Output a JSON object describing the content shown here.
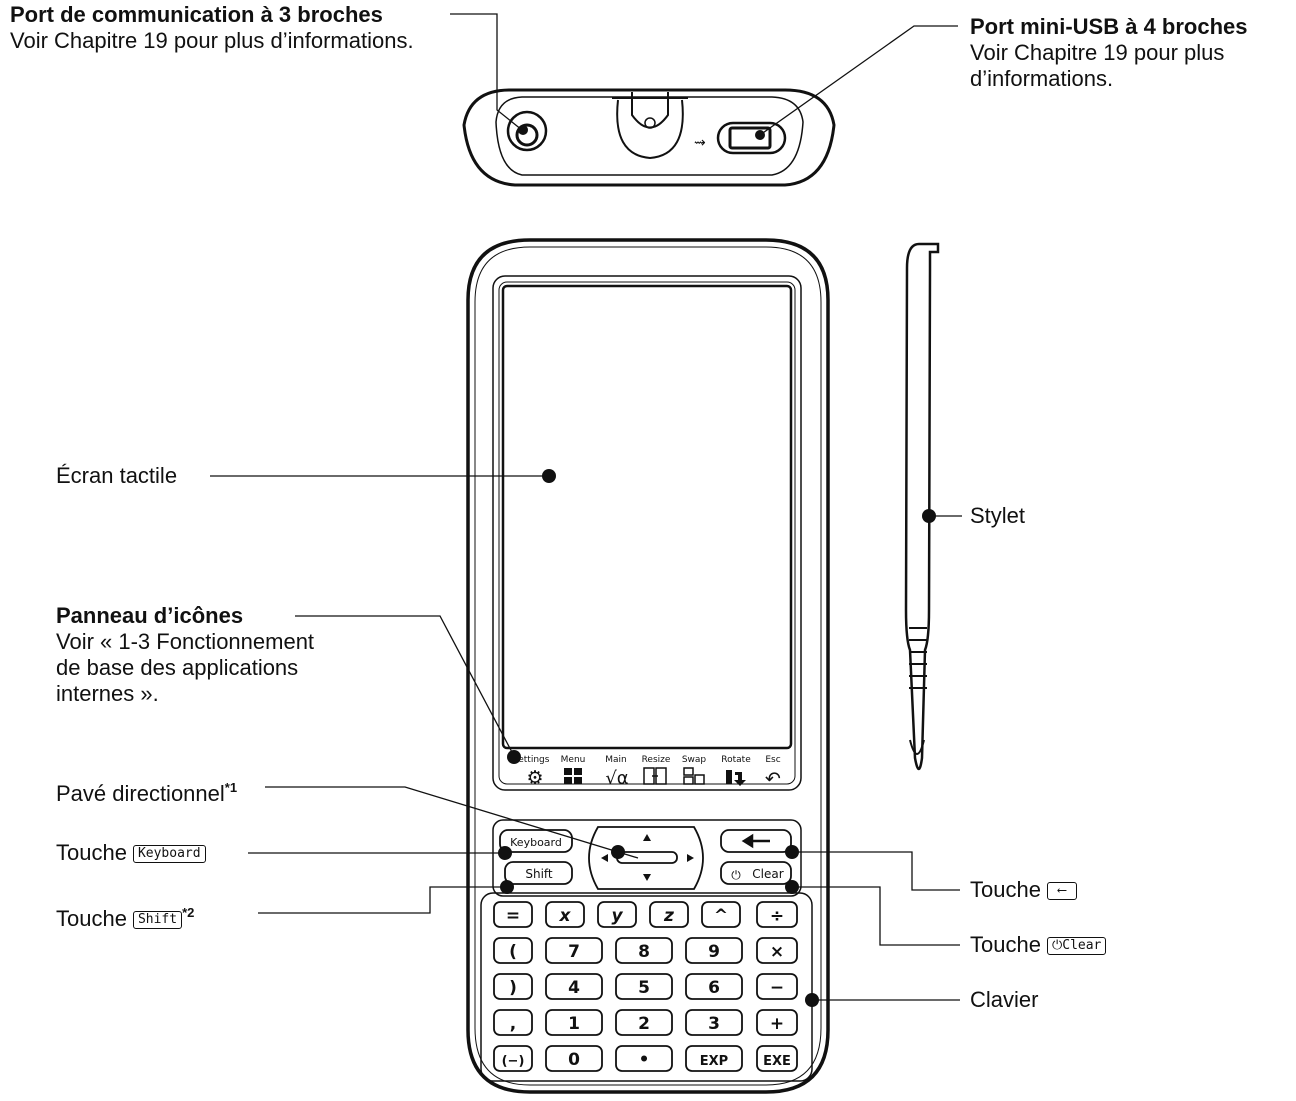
{
  "labels": {
    "port3": {
      "title": "Port de communication à 3 broches",
      "desc": "Voir Chapitre 19 pour plus d’informations."
    },
    "usb": {
      "title": "Port mini-USB à 4 broches",
      "desc_line1": "Voir Chapitre 19 pour plus",
      "desc_line2": "d’informations."
    },
    "ecran": "Écran tactile",
    "stylet": "Stylet",
    "panneau": {
      "title": "Panneau d’icônes",
      "desc_line1": "Voir « 1-3 Fonctionnement",
      "desc_line2": "de base des applications",
      "desc_line3": "internes »."
    },
    "pave": {
      "title": "Pavé directionnel",
      "note": "*1"
    },
    "touche_keyboard": {
      "title": "Touche",
      "key": "Keyboard"
    },
    "touche_shift": {
      "title": "Touche",
      "key": "Shift",
      "note": "*2"
    },
    "touche_back": {
      "title": "Touche"
    },
    "touche_clear": {
      "title": "Touche",
      "key": "Clear"
    },
    "clavier": "Clavier"
  },
  "icon_panel": [
    "Settings",
    "Menu",
    "Main",
    "Resize",
    "Swap",
    "Rotate",
    "Esc"
  ],
  "control_keys": {
    "keyboard": "Keyboard",
    "shift": "Shift",
    "clear": "Clear"
  },
  "keypad": [
    [
      "=",
      "x",
      "y",
      "z",
      "^",
      "÷"
    ],
    [
      "(",
      "7",
      "8",
      "9",
      "×"
    ],
    [
      ")",
      "4",
      "5",
      "6",
      "−"
    ],
    [
      ",",
      "1",
      "2",
      "3",
      "+"
    ],
    [
      "(−)",
      "0",
      "•",
      "EXP",
      "EXE"
    ]
  ]
}
